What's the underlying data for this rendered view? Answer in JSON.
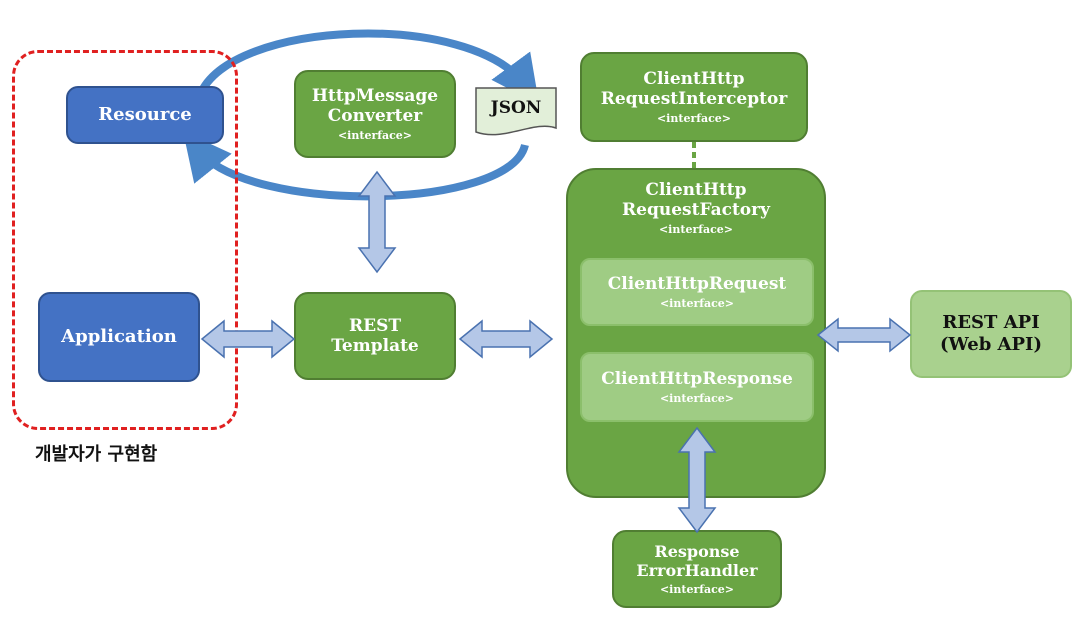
{
  "resource": {
    "label": "Resource"
  },
  "application": {
    "label": "Application"
  },
  "developer_note": "개발자가 구현함",
  "converter": {
    "line1": "HttpMessage",
    "line2": "Converter",
    "sub": "<interface>"
  },
  "json_doc": {
    "label": "JSON"
  },
  "rest_template": {
    "line1": "REST",
    "line2": "Template"
  },
  "interceptor": {
    "line1": "ClientHttp",
    "line2": "RequestInterceptor",
    "sub": "<interface>"
  },
  "factory": {
    "line1": "ClientHttp",
    "line2": "RequestFactory",
    "sub": "<interface>"
  },
  "request": {
    "label": "ClientHttpRequest",
    "sub": "<interface>"
  },
  "response": {
    "label": "ClientHttpResponse",
    "sub": "<interface>"
  },
  "error_handler": {
    "line1": "Response",
    "line2": "ErrorHandler",
    "sub": "<interface>"
  },
  "rest_api": {
    "line1": "REST API",
    "line2": "(Web API)"
  },
  "colors": {
    "blue": "#4472c4",
    "green": "#6aa544",
    "light_green": "#9fcc84",
    "pale_green": "#a9d18e",
    "arrow": "#b4c7e7",
    "dashed_red": "#e02020"
  }
}
